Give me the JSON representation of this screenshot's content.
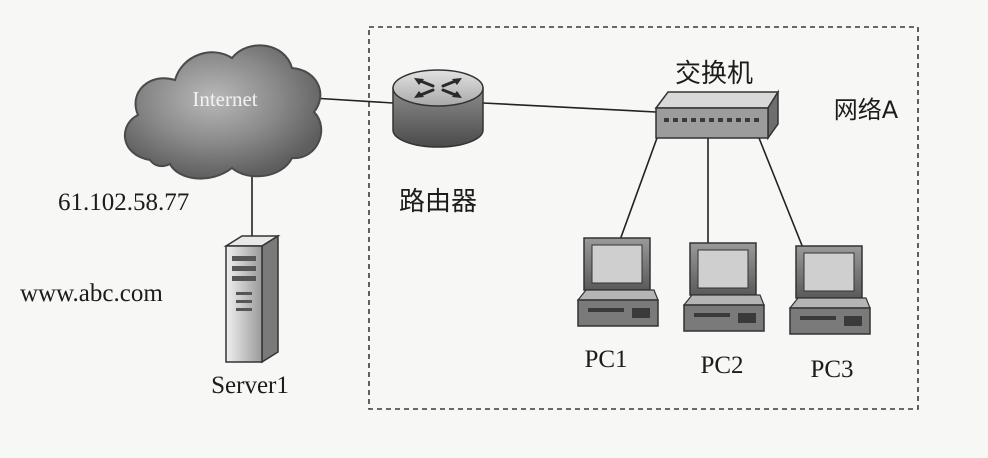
{
  "cloud": {
    "label": "Internet"
  },
  "server": {
    "ip": "61.102.58.77",
    "domain": "www.abc.com",
    "name": "Server1"
  },
  "router": {
    "label": "路由器"
  },
  "switch": {
    "label": "交换机"
  },
  "network": {
    "label": "网络A"
  },
  "pcs": [
    {
      "label": "PC1"
    },
    {
      "label": "PC2"
    },
    {
      "label": "PC3"
    }
  ]
}
